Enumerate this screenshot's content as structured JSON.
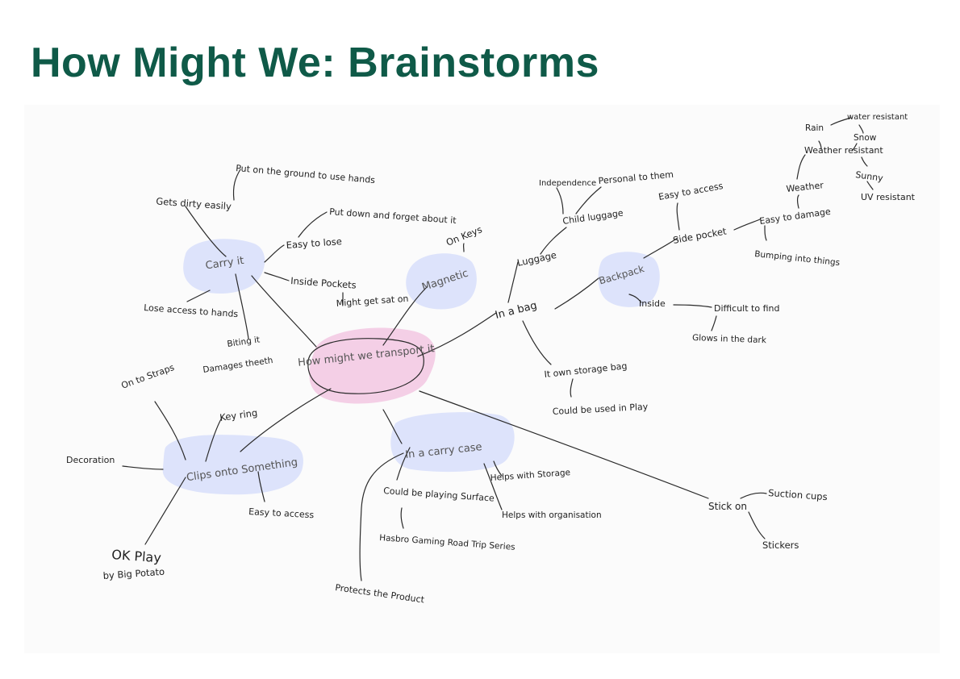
{
  "title": "How Might We: Brainstorms",
  "colors": {
    "title": "#0f5a48",
    "hub_bubble": "#dde3fb",
    "center_bubble": "#f4cfe6"
  },
  "mindmap": {
    "center": "How might we transport it",
    "branches": {
      "carry_it": {
        "label": "Carry it",
        "gets_dirty": "Gets dirty easily",
        "put_ground": "Put on the ground to use hands",
        "easy_lose": "Easy to lose",
        "put_down": "Put down and forget about it",
        "inside_pockets": "Inside Pockets",
        "sat_on": "Might get sat on",
        "lose_access": "Lose access to hands",
        "biting": "Biting it",
        "damages_teeth": "Damages theeth"
      },
      "magnetic": {
        "label": "Magnetic",
        "on_keys": "On Keys"
      },
      "in_a_bag": {
        "label": "In a bag",
        "luggage": "Luggage",
        "child_luggage": "Child luggage",
        "independence": "Independence",
        "personal": "Personal to them",
        "backpack": "Backpack",
        "side_pocket": "Side pocket",
        "easy_access": "Easy to access",
        "easy_damage": "Easy to damage",
        "bumping": "Bumping into things",
        "weather": "Weather",
        "weather_resistant": "Weather resistant",
        "rain": "Rain",
        "water_resistant": "water resistant",
        "snow": "Snow",
        "sunny": "Sunny",
        "uv_resistant": "UV resistant",
        "inside": "Inside",
        "difficult_find": "Difficult to find",
        "glows": "Glows in the dark",
        "own_storage_bag": "It own storage bag",
        "used_in_play": "Could be used in Play"
      },
      "clips": {
        "label": "Clips onto Something",
        "on_straps": "On to Straps",
        "key_ring": "Key ring",
        "decoration": "Decoration",
        "easy_access": "Easy to access",
        "ok_play": "OK Play",
        "big_potato": "by Big Potato"
      },
      "carry_case": {
        "label": "In a carry case",
        "playing_surface": "Could be playing Surface",
        "hasbro": "Hasbro Gaming Road Trip Series",
        "protects": "Protects the Product",
        "storage": "Helps with Storage",
        "organisation": "Helps with organisation"
      },
      "stick_on": {
        "label": "Stick on",
        "suction_cups": "Suction cups",
        "stickers": "Stickers"
      }
    }
  }
}
